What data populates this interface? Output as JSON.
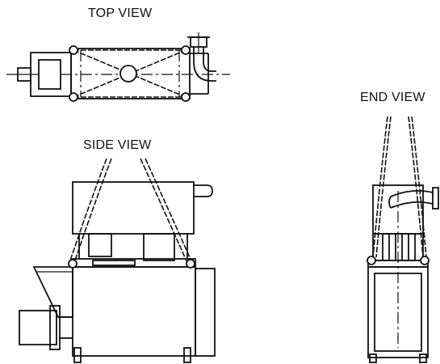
{
  "labels": {
    "top_view": "TOP VIEW",
    "side_view": "SIDE VIEW",
    "end_view": "END VIEW"
  },
  "colors": {
    "line": "#111111",
    "background": "#ffffff"
  }
}
